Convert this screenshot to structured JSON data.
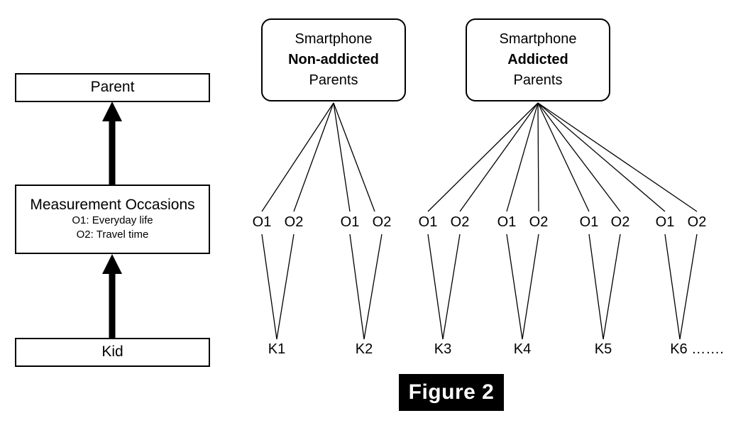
{
  "figure": {
    "caption": "Figure 2"
  },
  "left_model": {
    "levels": [
      {
        "id": "parent",
        "title": "Parent",
        "sublines": []
      },
      {
        "id": "measurement-occasions",
        "title": "Measurement Occasions",
        "sublines": [
          "O1: Everyday life",
          "O2: Travel time"
        ]
      },
      {
        "id": "kid",
        "title": "Kid",
        "sublines": []
      }
    ],
    "arrows": [
      {
        "from": "kid",
        "to": "measurement-occasions",
        "direction": "up"
      },
      {
        "from": "measurement-occasions",
        "to": "parent",
        "direction": "up"
      }
    ]
  },
  "tree": {
    "groups": [
      {
        "id": "non-addicted",
        "line1": "Smartphone",
        "line2": "Non-addicted",
        "line3": "Parents",
        "kids": [
          {
            "label": "K1",
            "occasions": [
              "O1",
              "O2"
            ]
          },
          {
            "label": "K2",
            "occasions": [
              "O1",
              "O2"
            ]
          }
        ]
      },
      {
        "id": "addicted",
        "line1": "Smartphone",
        "line2": "Addicted",
        "line3": "Parents",
        "kids": [
          {
            "label": "K3",
            "occasions": [
              "O1",
              "O2"
            ]
          },
          {
            "label": "K4",
            "occasions": [
              "O1",
              "O2"
            ]
          },
          {
            "label": "K5",
            "occasions": [
              "O1",
              "O2"
            ]
          },
          {
            "label": "K6 …….",
            "occasions": [
              "O1",
              "O2"
            ]
          }
        ]
      }
    ]
  },
  "colors": {
    "stroke": "#000000",
    "background": "#ffffff",
    "caption_bg": "#000000",
    "caption_text": "#ffffff"
  }
}
